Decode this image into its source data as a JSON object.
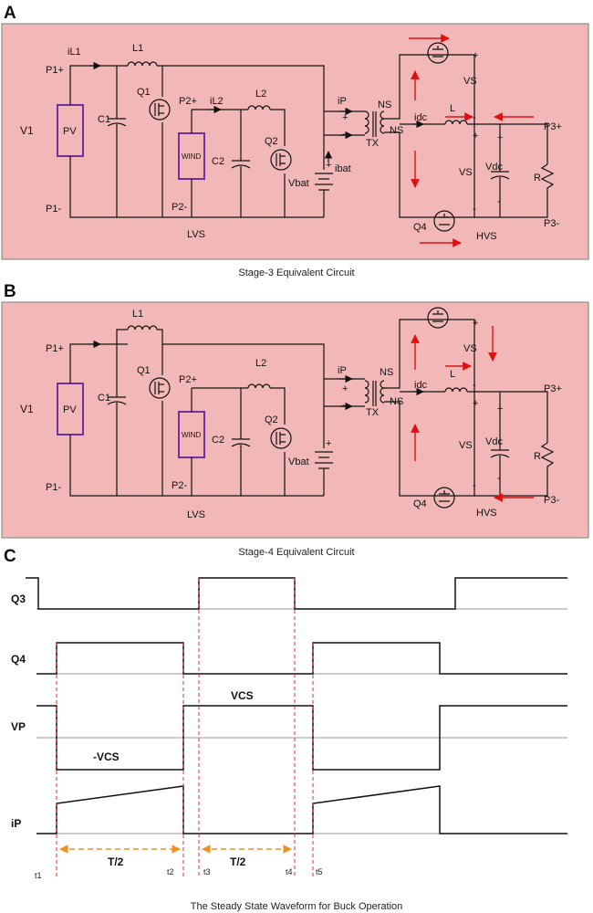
{
  "panels": [
    {
      "letter": "A",
      "caption": "Stage-3 Equivalent Circuit",
      "labels": {
        "i_l1": "iL1",
        "l1": "L1",
        "p1p": "P1+",
        "p1m": "P1-",
        "v1": "V1",
        "pv": "PV",
        "c1": "C1",
        "q1": "Q1",
        "p2p": "P2+",
        "p2m": "P2-",
        "i_l2": "iL2",
        "l2": "L2",
        "wind": "WIND",
        "c2": "C2",
        "q2": "Q2",
        "vbat": "Vbat",
        "ibat": "ibat",
        "ip": "iP",
        "plus": "+",
        "minus": "-",
        "ns_top": "NS",
        "ns_bot": "NS",
        "tx": "TX",
        "idc": "idc",
        "l": "L",
        "vs_top": "VS",
        "vs_bot": "VS",
        "vdc": "Vdc",
        "r": "R",
        "p3p": "P3+",
        "p3m": "P3-",
        "q4": "Q4",
        "lvs": "LVS",
        "hvs": "HVS"
      }
    },
    {
      "letter": "B",
      "caption": "Stage-4 Equivalent Circuit",
      "labels": {
        "i_l1": "",
        "l1": "L1",
        "p1p": "P1+",
        "p1m": "P1-",
        "v1": "V1",
        "pv": "PV",
        "c1": "C1",
        "q1": "Q1",
        "p2p": "P2+",
        "p2m": "P2-",
        "i_l2": "",
        "l2": "L2",
        "wind": "WIND",
        "c2": "C2",
        "q2": "Q2",
        "vbat": "Vbat",
        "ibat": "",
        "ip": "iP",
        "plus": "+",
        "minus": "-",
        "ns_top": "NS",
        "ns_bot": "NS",
        "tx": "TX",
        "idc": "idc",
        "l": "L",
        "vs_top": "VS",
        "vs_bot": "VS",
        "vdc": "Vdc",
        "r": "R",
        "p3p": "P3+",
        "p3m": "P3-",
        "q4": "Q4",
        "lvs": "LVS",
        "hvs": "HVS"
      }
    }
  ],
  "waveform": {
    "letter": "C",
    "caption": "The Steady State Waveform for Buck Operation",
    "signals": {
      "q3": "Q3",
      "q4": "Q4",
      "vp": "VP",
      "ip": "iP"
    },
    "vp_high": "VCS",
    "vp_low": "-VCS",
    "half_period": "T/2",
    "times": [
      "t1",
      "t2",
      "t3",
      "t4",
      "t5"
    ]
  },
  "colors": {
    "panel_bg": "#f2b8b8",
    "source_box": "#7030a0",
    "arrow": "#e01010",
    "marker": "#f09020",
    "time_line": "#e53030"
  }
}
